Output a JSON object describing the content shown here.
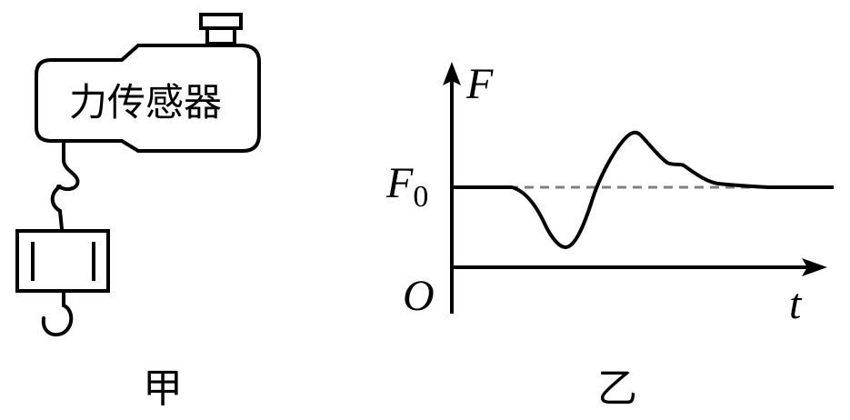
{
  "panel_left": {
    "sensor_label": "力传感器",
    "caption": "甲"
  },
  "panel_right": {
    "caption": "乙",
    "y_axis_label": "F",
    "x_axis_label": "t",
    "origin_label": "O",
    "reference_label_base": "F",
    "reference_label_sub": "0"
  },
  "colors": {
    "ink": "#000000",
    "reference_dashed": "#808080"
  }
}
